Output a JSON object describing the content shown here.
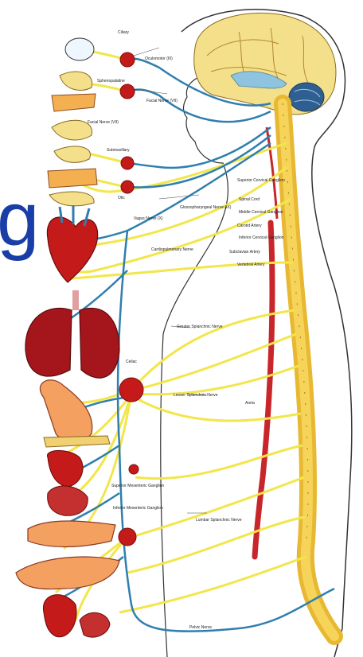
{
  "overlay_text": "g",
  "labels": {
    "ciliary": "Ciliary",
    "oculomotor": "Oculomotor (III)",
    "sphenopalatine": "Sphenopalatine",
    "facial_nerve_upper": "Facial Nerve (VII)",
    "facial_nerve_left": "Facial Nerve (VII)",
    "submaxillary": "Submaxillary",
    "otic": "Otic",
    "glossopharyngeal": "Glossopharyngeal Nerve (IX)",
    "vagus": "Vagus Nerve (X)",
    "superior_cervical": "Superior Cervical Ganglion",
    "spinal_cord": "Spinal Cord",
    "middle_cervical": "Middle Cervical Ganglion",
    "carotid_artery": "Carotid Artery",
    "inferior_cervical": "Inferior Cervical Ganglion",
    "subclavian": "Subclavian Artery",
    "vertebral": "Vertebral Artery",
    "cardiopulmonary": "Cardiopulmonary Nerve",
    "celiac": "Celiac",
    "greater_splanchnic": "Greater Splanchnic Nerve",
    "lesser_splanchnic": "Lesser Splanchnic Nerve",
    "aorta": "Aorta",
    "superior_mesenteric": "Superior Mesenteric Ganglion",
    "inferior_mesenteric": "Inferior Mesenteric Ganglion",
    "lumbar_splanchnic": "Lumbar Splanchnic Nerve",
    "pelvic_nerve": "Pelvic Nerve"
  },
  "colors": {
    "nerve_yellow": "#f2e64a",
    "nerve_blue": "#2f7fae",
    "ganglion_red": "#c41a1a",
    "artery_red": "#c8262a",
    "organ_red": "#b8202a",
    "bone": "#f0c640",
    "skin_line": "#333333",
    "overlay_text": "#1a3ea8"
  }
}
